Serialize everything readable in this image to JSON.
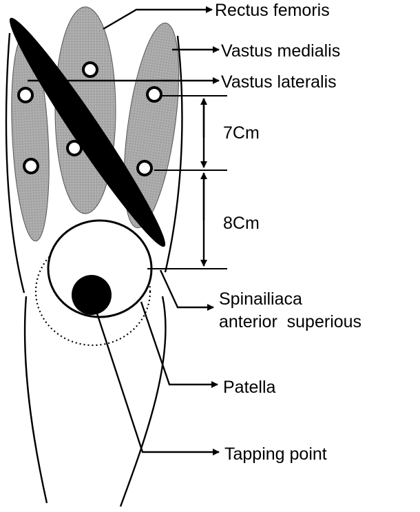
{
  "labels": {
    "rectus_femoris": "Rectus femoris",
    "vastus_medialis": "Vastus medialis",
    "vastus_lateralis": "Vastus lateralis",
    "distance_upper": "7Cm",
    "distance_lower": "8Cm",
    "spina_line1": "Spinailiaca",
    "spina_line2": "anterior  superious",
    "patella": "Patella",
    "tapping_point": "Tapping point"
  },
  "colors": {
    "muscle_fill": "#a8a8a8",
    "rectus_band": "#000000",
    "outline": "#000000",
    "background": "#ffffff"
  },
  "icons": {
    "marker": "white-circle-electrode",
    "tapping": "black-filled-circle"
  }
}
